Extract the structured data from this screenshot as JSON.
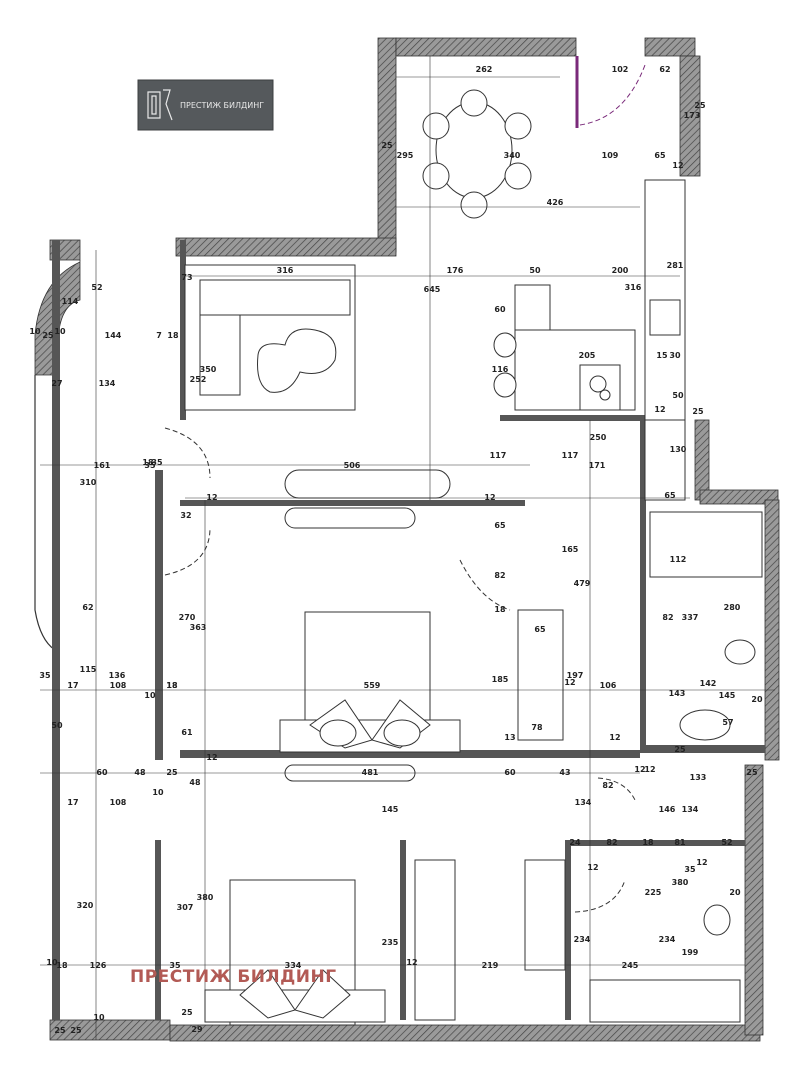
{
  "logo": {
    "text": "ПРЕСТИЖ БИЛДИНГ"
  },
  "watermark": {
    "text": "ПРЕСТИЖ БИЛДИНГ"
  },
  "colors": {
    "wall": "#565656",
    "hatch": "#8a8a8a",
    "door_accent": "#7a2a7a",
    "watermark": "#b25a55",
    "logo_bg": "#55595c"
  },
  "dimensions": [
    "262",
    "102",
    "62",
    "25",
    "25",
    "295",
    "340",
    "173",
    "109",
    "65",
    "12",
    "426",
    "316",
    "176",
    "50",
    "200",
    "281",
    "645",
    "60",
    "316",
    "205",
    "15",
    "30",
    "116",
    "50",
    "12",
    "25",
    "250",
    "117",
    "117",
    "130",
    "171",
    "65",
    "161",
    "35",
    "506",
    "310",
    "12",
    "12",
    "32",
    "65",
    "82",
    "165",
    "479",
    "112",
    "280",
    "337",
    "82",
    "270",
    "363",
    "62",
    "18",
    "65",
    "12",
    "197",
    "185",
    "142",
    "145",
    "143",
    "20",
    "57",
    "78",
    "13",
    "136",
    "108",
    "115",
    "559",
    "106",
    "10",
    "18",
    "35",
    "17",
    "18",
    "50",
    "61",
    "12",
    "25",
    "60",
    "48",
    "25",
    "481",
    "12",
    "60",
    "43",
    "82",
    "12",
    "12",
    "133",
    "25",
    "10",
    "48",
    "145",
    "134",
    "134",
    "146",
    "17",
    "108",
    "24",
    "82",
    "18",
    "81",
    "52",
    "12",
    "35",
    "12",
    "380",
    "307",
    "225",
    "380",
    "20",
    "320",
    "234",
    "234",
    "199",
    "235",
    "10",
    "18",
    "126",
    "35",
    "334",
    "12",
    "219",
    "245",
    "25",
    "29",
    "10",
    "25",
    "25",
    "144",
    "114",
    "52",
    "10",
    "25",
    "10",
    "18",
    "7",
    "27",
    "134",
    "252",
    "350",
    "73",
    "18",
    "35"
  ]
}
